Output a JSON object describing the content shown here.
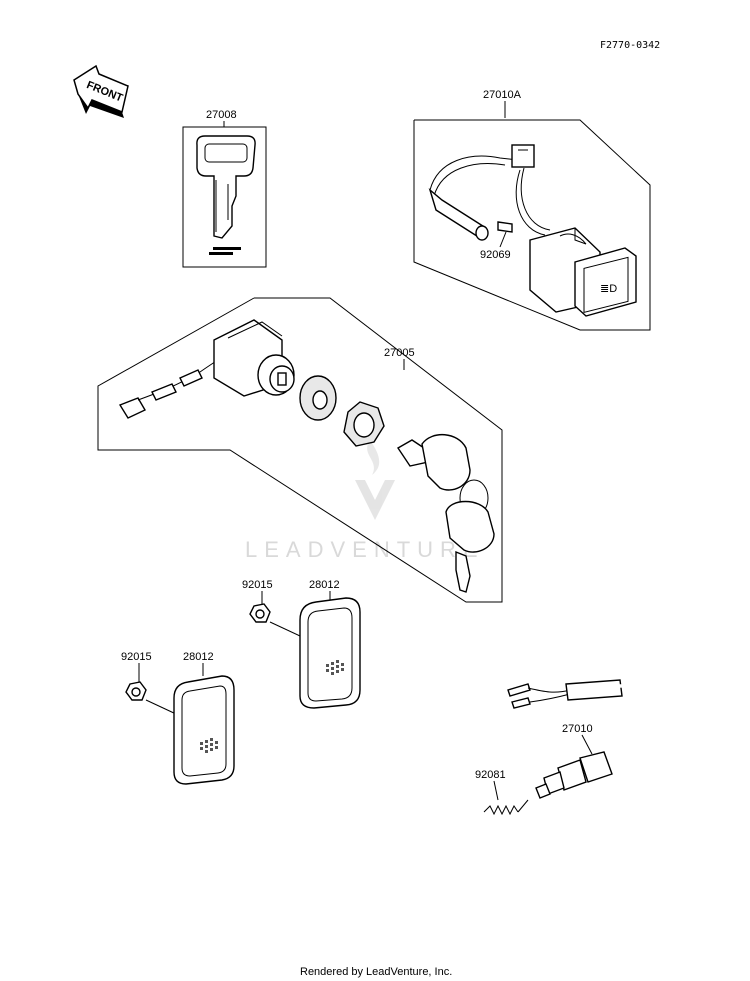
{
  "diagram_code": "F2770-0342",
  "front_arrow": {
    "label": "FRONT"
  },
  "watermark": "LEADVENTURE",
  "footer": "Rendered by LeadVenture, Inc.",
  "parts": {
    "key_blank": "27008",
    "switch_assy_headlight": "27010A",
    "bulb": "92069",
    "ignition_switch": "27005",
    "nut_left": "92015",
    "nut_right": "92015",
    "reflector_left": "28012",
    "reflector_right": "28012",
    "switch_brake": "27010",
    "spring": "92081"
  }
}
